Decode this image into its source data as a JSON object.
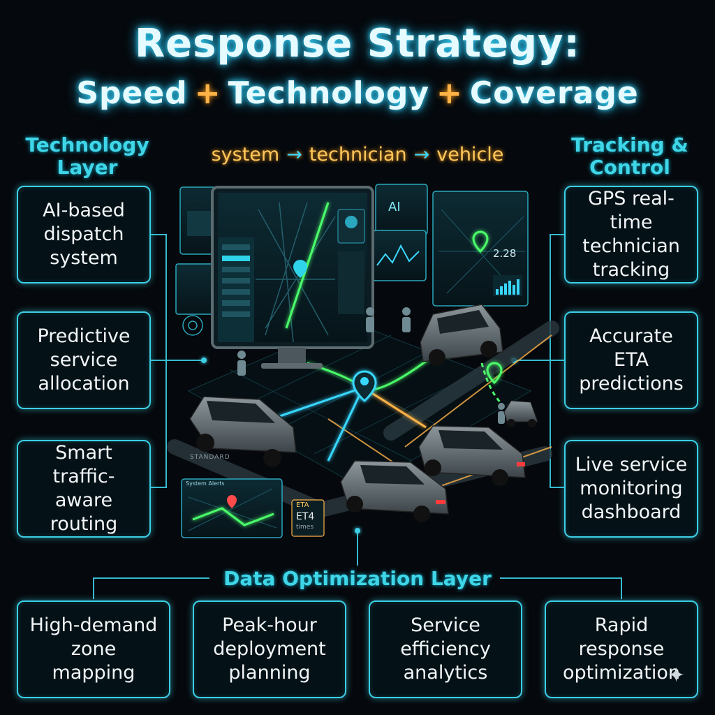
{
  "title": {
    "line1": "Response Strategy:",
    "line2_parts": [
      "Speed",
      "+",
      "Technology",
      "+",
      "Coverage"
    ]
  },
  "flow": {
    "steps": [
      "system",
      "technician",
      "vehicle"
    ],
    "arrow": "→"
  },
  "technology_layer": {
    "title_lines": [
      "Technology",
      "Layer"
    ],
    "cards": [
      [
        "AI-based",
        "dispatch",
        "system"
      ],
      [
        "Predictive",
        "service",
        "allocation"
      ],
      [
        "Smart",
        "traffic-aware",
        "routing"
      ]
    ]
  },
  "tracking_control": {
    "title_lines": [
      "Tracking &",
      "Control"
    ],
    "cards": [
      [
        "GPS real-time",
        "technician",
        "tracking"
      ],
      [
        "Accurate",
        "ETA",
        "predictions"
      ],
      [
        "Live service",
        "monitoring",
        "dashboard"
      ]
    ]
  },
  "data_optimization_layer": {
    "title": "Data Optimization Layer",
    "cards": [
      [
        "High-demand",
        "zone",
        "mapping"
      ],
      [
        "Peak-hour",
        "deployment",
        "planning"
      ],
      [
        "Service",
        "efficiency",
        "analytics"
      ],
      [
        "Rapid",
        "response",
        "optimization"
      ]
    ]
  },
  "illustration": {
    "ai_label": "AI",
    "eta_label": "ETA",
    "eta_value": "ET4",
    "eta_unit": "times",
    "clock": "2.28",
    "panel_header": "System Alerts",
    "road_text": "STANDARD"
  },
  "icons": {
    "sparkle": "four-point-sparkle-icon"
  },
  "colors": {
    "accent_cyan": "#3ccfe6",
    "accent_orange": "#ffb347",
    "route_green": "#4cff6a",
    "pin_red": "#ff4b4b"
  }
}
